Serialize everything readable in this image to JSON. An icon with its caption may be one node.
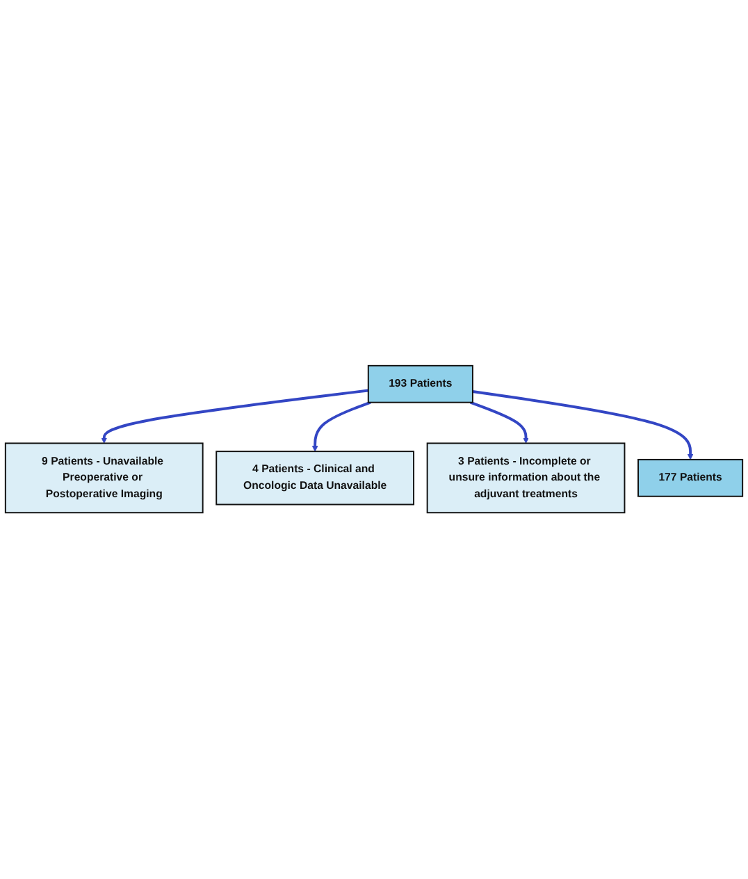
{
  "diagram": {
    "nodes": [
      {
        "text": [
          "193 Patients"
        ]
      },
      {
        "text": [
          "9 Patients - Unavailable Preoperative or Postoperative Imaging"
        ]
      },
      {
        "text": [
          "4 Patients - Clinical and Oncologic Data Unavailable"
        ]
      },
      {
        "text": [
          "3 Patients - Incomplete or unsure information about the adjuvant treatments"
        ]
      },
      {
        "text": [
          "177 Patients"
        ]
      }
    ],
    "edges": [
      {
        "from": 0,
        "to": 1,
        "arrow": "to"
      },
      {
        "from": 0,
        "to": 2,
        "arrow": "to"
      },
      {
        "from": 0,
        "to": 3,
        "arrow": "to"
      },
      {
        "from": 0,
        "to": 4,
        "arrow": "to"
      }
    ]
  }
}
